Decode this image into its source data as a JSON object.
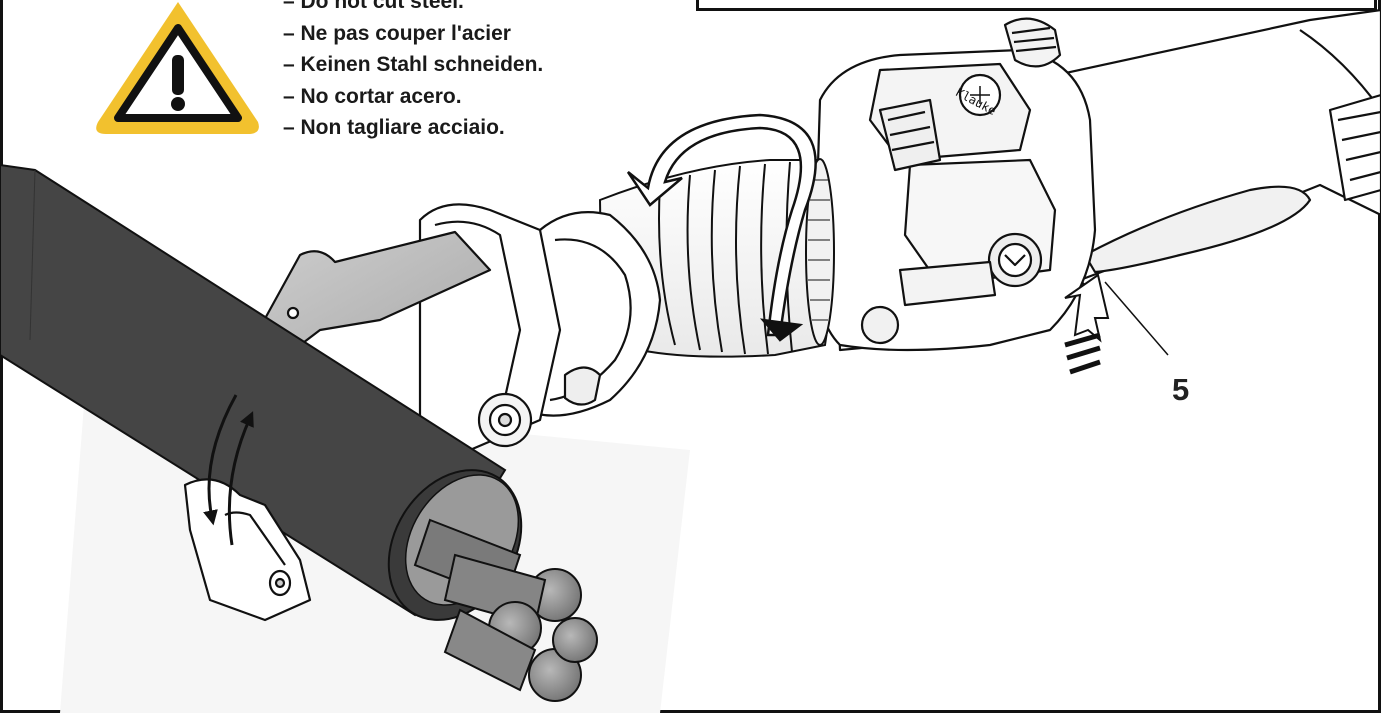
{
  "warning": {
    "icon": "warning-triangle-icon",
    "color": "#f2c12e",
    "lines": [
      "– Do not cut steel.",
      "– Ne pas couper l'acier",
      "– Keinen Stahl schneiden.",
      "– No cortar acero.",
      "– Non tagliare acciaio."
    ]
  },
  "callout": {
    "number": "5"
  },
  "tool": {
    "brand_text": "Klauke"
  },
  "colors": {
    "cable_jacket": "#454545",
    "line": "#111111"
  }
}
